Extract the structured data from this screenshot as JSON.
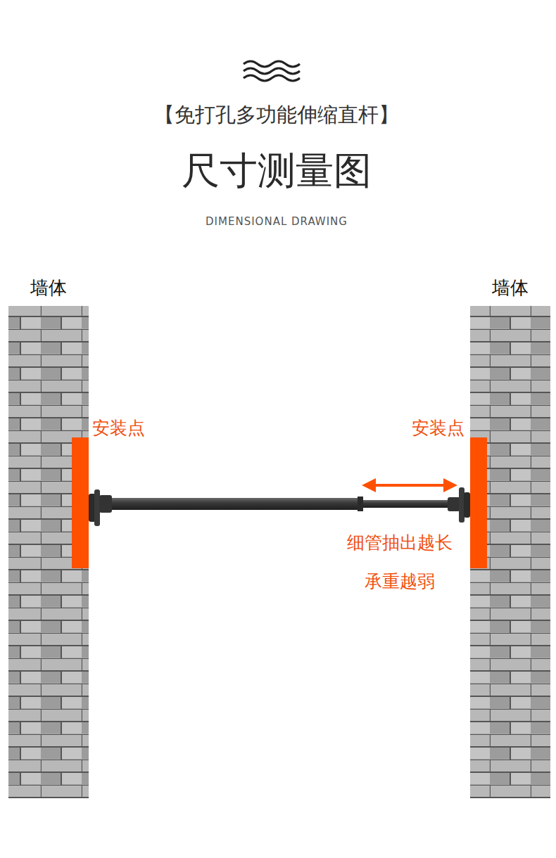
{
  "diagram": {
    "title": "尺寸测量图",
    "nodes": [
      {
        "text": [
          "墙体"
        ]
      },
      {
        "text": [
          "墙体"
        ]
      }
    ],
    "labels": [
      "【免打孔多功能伸缩直杆】",
      "DIMENSIONAL DRAWING",
      "安装点",
      "安装点",
      "细管抽出越长",
      "承重越弱"
    ]
  }
}
